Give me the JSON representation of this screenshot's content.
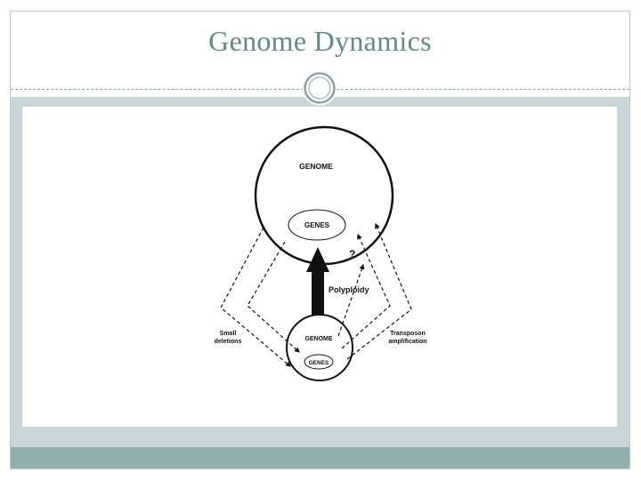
{
  "slide": {
    "title": "Genome Dynamics"
  },
  "diagram": {
    "large_genome_label": "GENOME",
    "large_genes_label": "GENES",
    "small_genome_label": "GENOME",
    "small_genes_label": "GENES",
    "polyploidy_label": "Polyploidy",
    "question_mark": "?",
    "left_label_line1": "Small",
    "left_label_line2": "deletions",
    "right_label_line1": "Transposon",
    "right_label_line2": "amplification"
  },
  "colors": {
    "title": "#5f8a86",
    "content_band": "#c9d5d8",
    "footer_band": "#8fb0ac",
    "ornament": "#8aa4a6"
  }
}
